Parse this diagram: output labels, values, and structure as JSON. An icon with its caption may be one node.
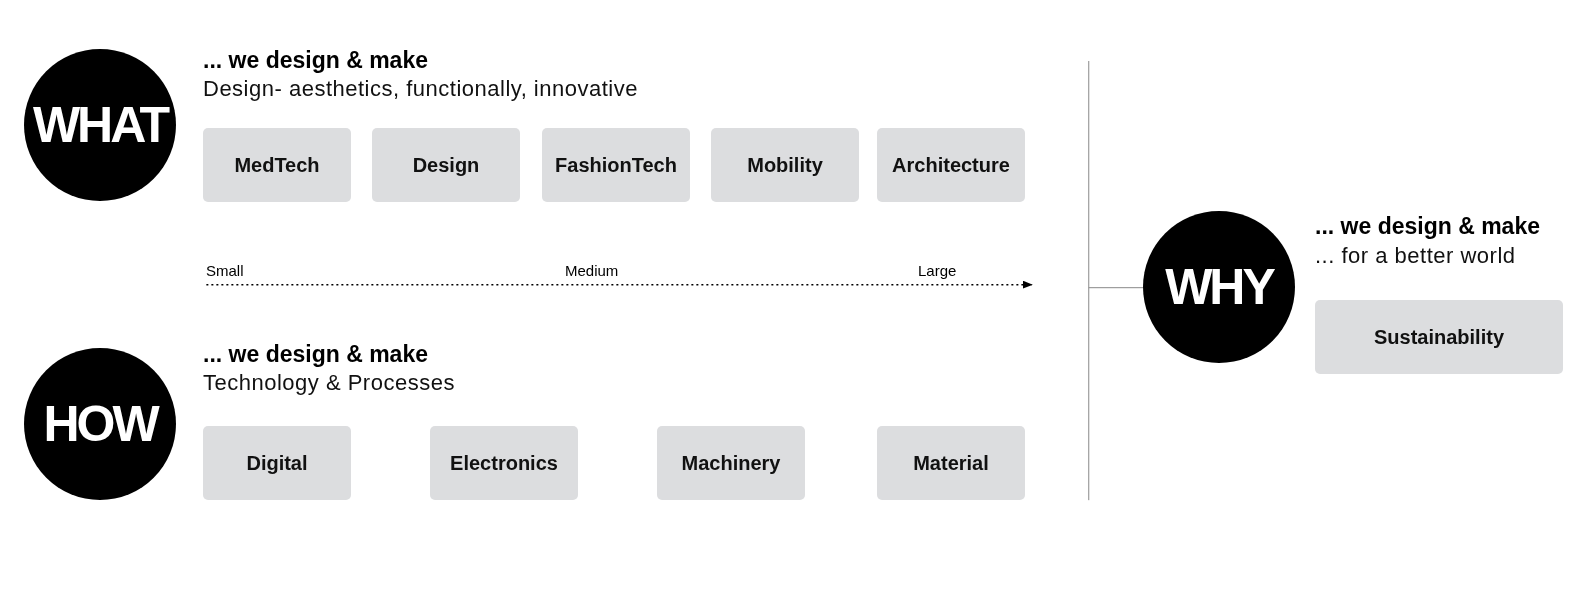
{
  "diagram": {
    "nodes": [
      {
        "text": [
          "WHAT"
        ],
        "beside": [
          "... we design & make",
          "Design- aesthetics, functionally, innovative"
        ]
      },
      {
        "text": [
          "MedTech"
        ]
      },
      {
        "text": [
          "Design"
        ]
      },
      {
        "text": [
          "FashionTech"
        ]
      },
      {
        "text": [
          "Mobility"
        ]
      },
      {
        "text": [
          "Architecture"
        ]
      },
      {
        "text": [
          "HOW"
        ],
        "beside": [
          "... we design & make",
          "Technology & Processes"
        ]
      },
      {
        "text": [
          "Digital"
        ]
      },
      {
        "text": [
          "Electronics"
        ]
      },
      {
        "text": [
          "Machinery"
        ]
      },
      {
        "text": [
          "Material"
        ]
      },
      {
        "text": [
          "WHY"
        ],
        "beside": [
          "... we design & make",
          "... for a better world"
        ]
      },
      {
        "text": [
          "Sustainability"
        ]
      }
    ],
    "labels": [
      "Small",
      "Medium",
      "Large"
    ]
  }
}
